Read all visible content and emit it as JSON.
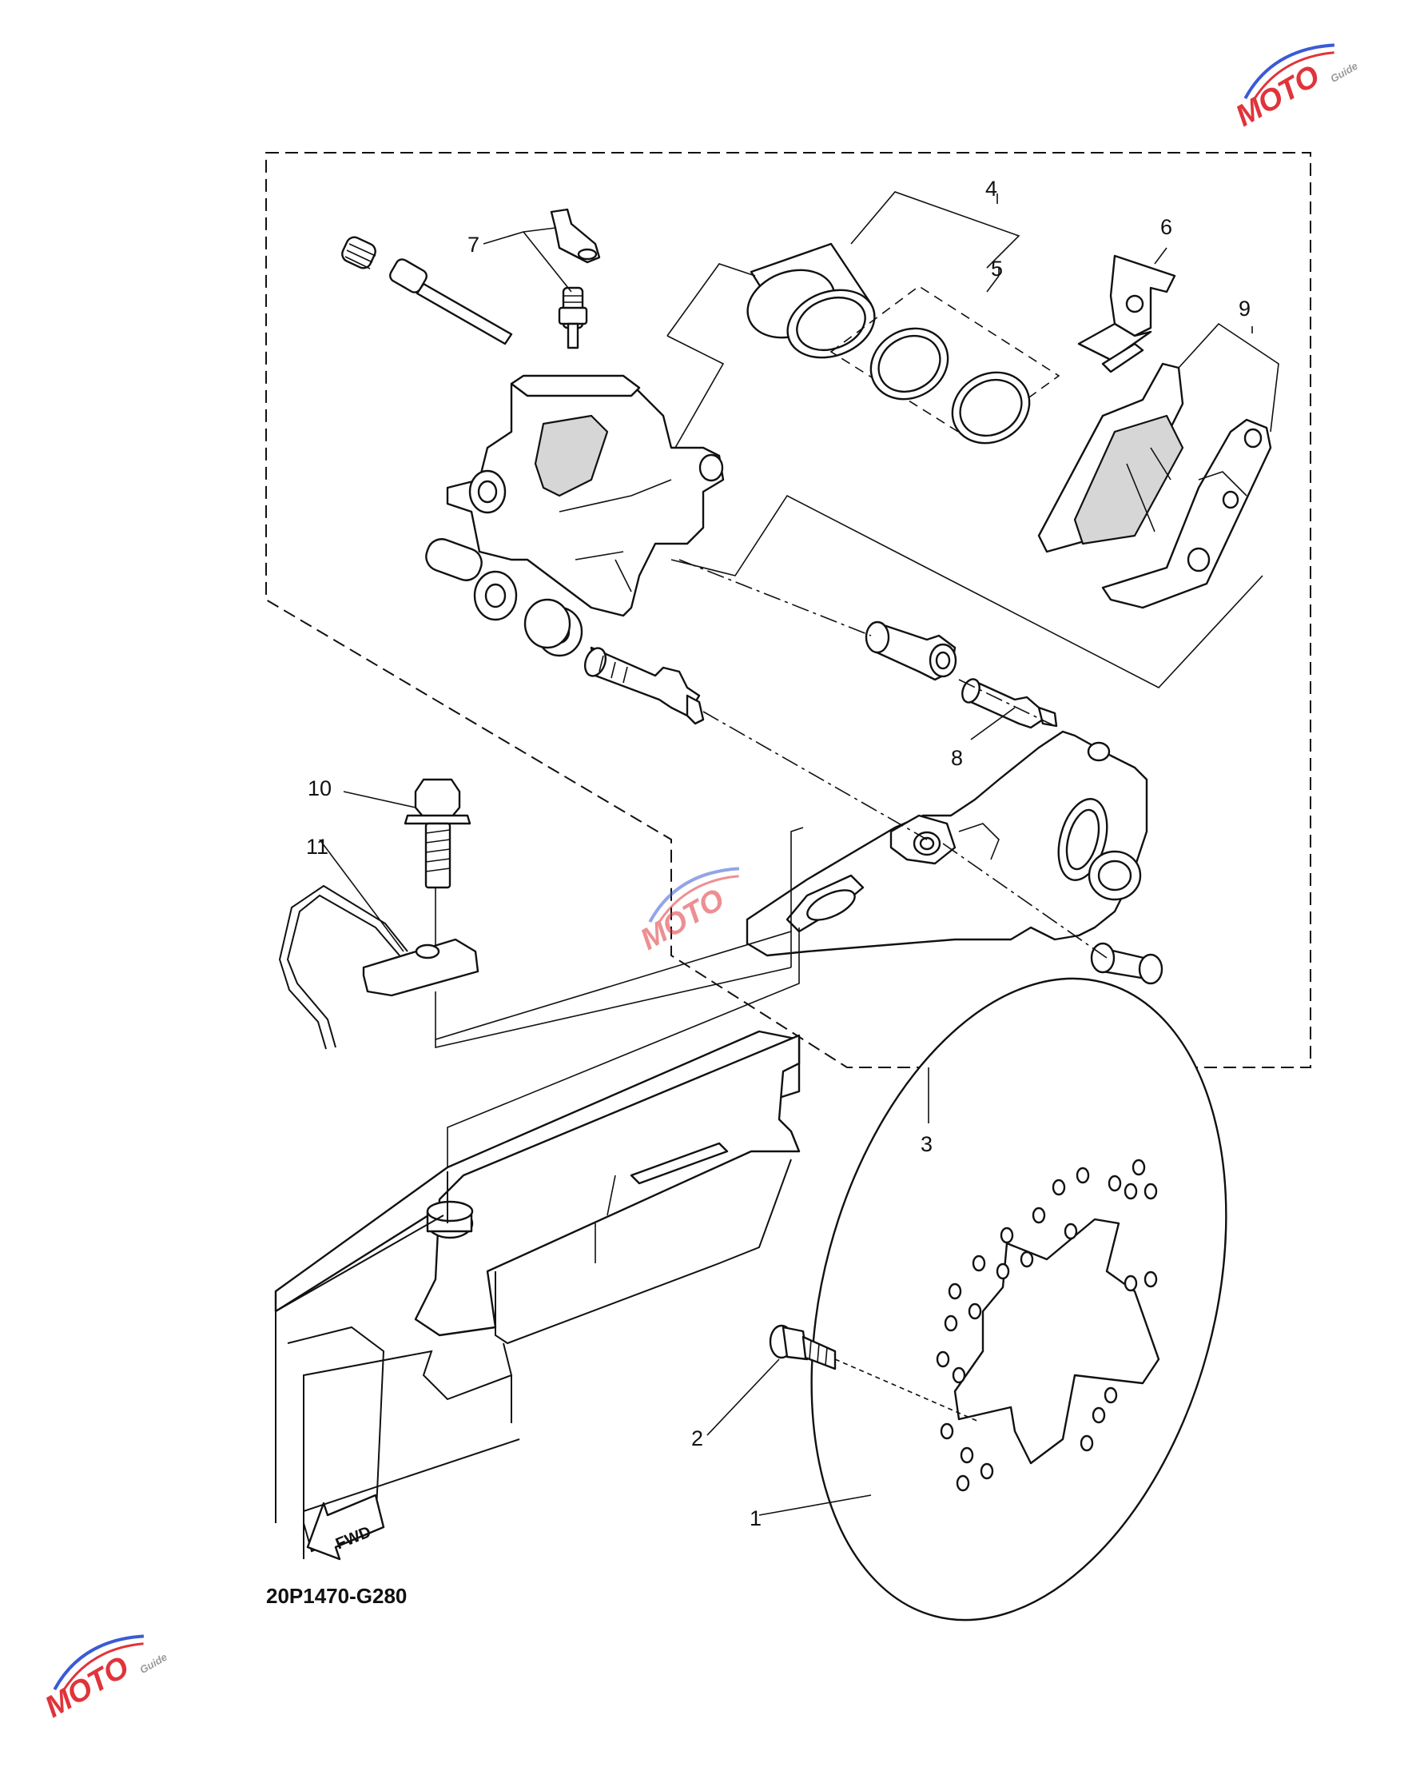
{
  "diagram": {
    "code": "20P1470-G280",
    "fwd_label": "FWD",
    "callouts": [
      {
        "id": "1",
        "label": "1"
      },
      {
        "id": "2",
        "label": "2"
      },
      {
        "id": "3",
        "label": "3"
      },
      {
        "id": "4",
        "label": "4"
      },
      {
        "id": "5",
        "label": "5"
      },
      {
        "id": "6",
        "label": "6"
      },
      {
        "id": "7",
        "label": "7"
      },
      {
        "id": "8",
        "label": "8"
      },
      {
        "id": "9",
        "label": "9"
      },
      {
        "id": "10",
        "label": "10"
      },
      {
        "id": "11",
        "label": "11"
      }
    ]
  },
  "watermark": {
    "brand": "MOTO",
    "sub": "Guide",
    "colors": {
      "red": "#e0343a",
      "blue": "#3a5bd6",
      "grey": "#9a9a9a"
    }
  }
}
